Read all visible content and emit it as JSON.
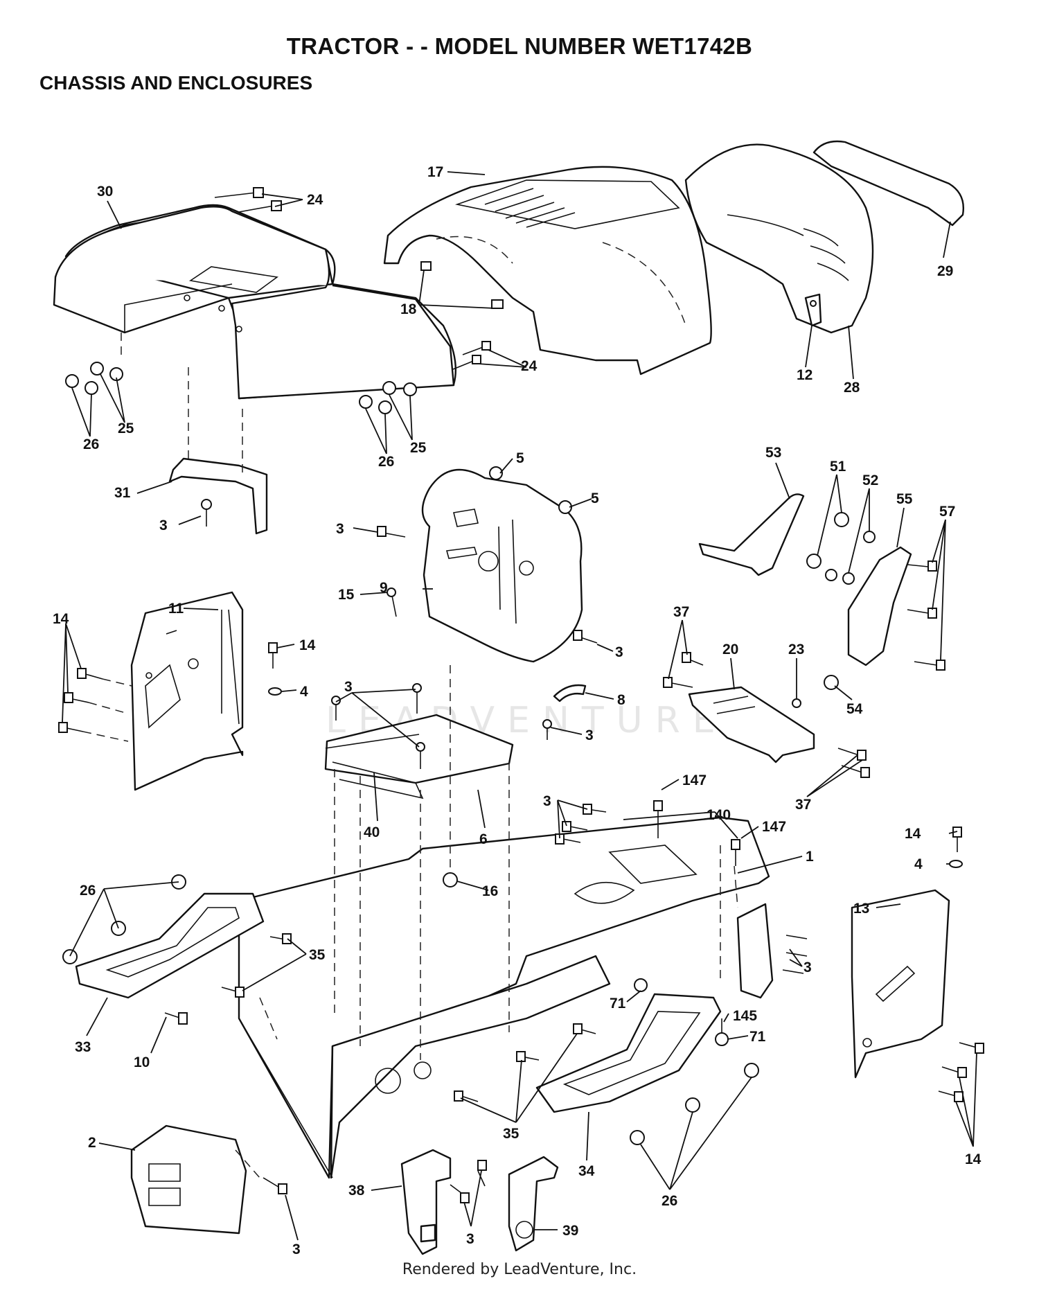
{
  "header": {
    "title": "TRACTOR - - MODEL NUMBER WET1742B",
    "subtitle": "CHASSIS AND ENCLOSURES"
  },
  "watermark": "LEADVENTURE",
  "footer": "Rendered by LeadVenture, Inc.",
  "parts": {
    "p17": "17",
    "p24a": "24",
    "p24b": "24",
    "p30": "30",
    "p18": "18",
    "p29": "29",
    "p12": "12",
    "p28": "28",
    "p25a": "25",
    "p26a": "26",
    "p25b": "25",
    "p26b": "26",
    "p31": "31",
    "p3a": "3",
    "p5a": "5",
    "p5b": "5",
    "p3b": "3",
    "p9": "9",
    "p53": "53",
    "p51": "51",
    "p52": "52",
    "p55": "55",
    "p57": "57",
    "p14a": "14",
    "p11": "11",
    "p14b": "14",
    "p4a": "4",
    "p15": "15",
    "p3c": "3",
    "p37a": "37",
    "p20": "20",
    "p23": "23",
    "p54": "54",
    "p8": "8",
    "p3d": "3",
    "p3e": "3",
    "p37b": "37",
    "p40": "40",
    "p6": "6",
    "p147a": "147",
    "p140": "140",
    "p147b": "147",
    "p3f": "3",
    "p1": "1",
    "p14c": "14",
    "p4b": "4",
    "p16": "16",
    "p26c": "26",
    "p35a": "35",
    "p13": "13",
    "p3g": "3",
    "p33": "33",
    "p10": "10",
    "p71a": "71",
    "p145": "145",
    "p71b": "71",
    "p2": "2",
    "p35b": "35",
    "p38": "38",
    "p3h": "3",
    "p39": "39",
    "p34": "34",
    "p26d": "26",
    "p14d": "14"
  }
}
